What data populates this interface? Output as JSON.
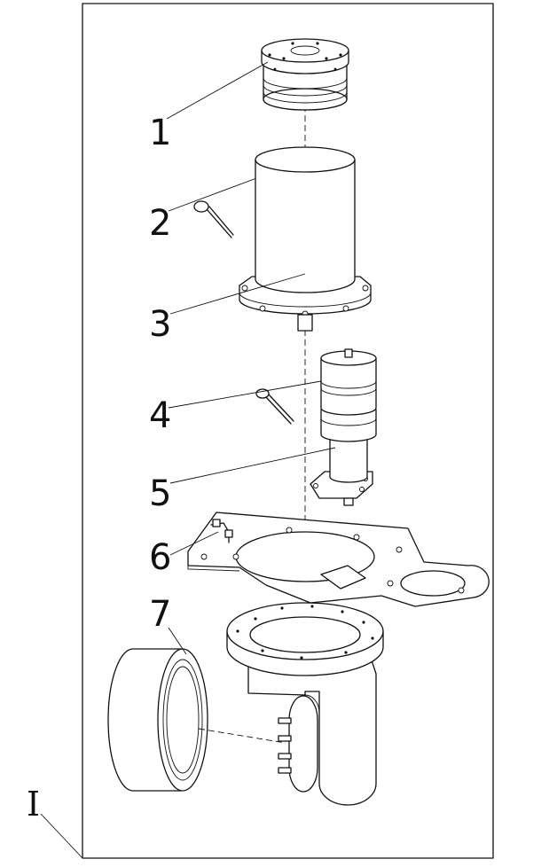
{
  "figure": {
    "view_label": "I",
    "callouts": [
      {
        "label": "1",
        "part": "brake-assembly"
      },
      {
        "label": "2",
        "part": "sensor-probe"
      },
      {
        "label": "3",
        "part": "motor-housing"
      },
      {
        "label": "4",
        "part": "sensor-probe"
      },
      {
        "label": "5",
        "part": "drive-motor"
      },
      {
        "label": "6",
        "part": "mounting-plate"
      },
      {
        "label": "7",
        "part": "wheel"
      }
    ],
    "colors": {
      "line": "#111111",
      "background": "#ffffff",
      "shade": "#e8e8e8"
    }
  }
}
